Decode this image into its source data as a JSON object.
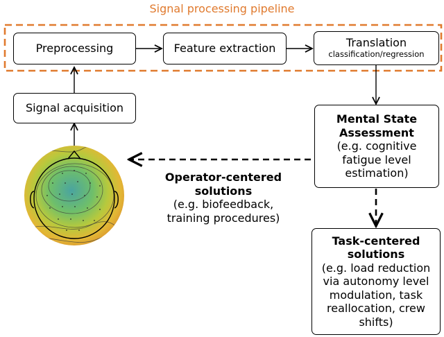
{
  "pipeline": {
    "title": "Signal processing pipeline",
    "border_color": "#e07a2e"
  },
  "nodes": {
    "preprocessing": "Preprocessing",
    "feature_extraction": "Feature extraction",
    "translation": {
      "title": "Translation",
      "subtitle": "classification/regression"
    },
    "signal_acquisition": "Signal acquisition",
    "mental_state": {
      "title_line1": "Mental State",
      "title_line2": "Assessment",
      "body_lines": [
        "(e.g. cognitive",
        "fatigue level",
        "estimation)"
      ]
    },
    "task_centered": {
      "title_line1": "Task-centered",
      "title_line2": "solutions",
      "body_lines": [
        "(e.g. load reduction",
        "via autonomy level",
        "modulation, task",
        "reallocation, crew",
        "shifts)"
      ]
    }
  },
  "operator_centered": {
    "title_line1": "Operator-centered",
    "title_line2": "solutions",
    "body_lines": [
      "(e.g. biofeedback,",
      "training procedures)"
    ]
  },
  "eeg_topomap": {
    "icon": "eeg-scalp-topography-icon",
    "colors": [
      "#4aa4a0",
      "#6fbf6a",
      "#b7c93d",
      "#e3b735",
      "#d88a2c"
    ]
  }
}
